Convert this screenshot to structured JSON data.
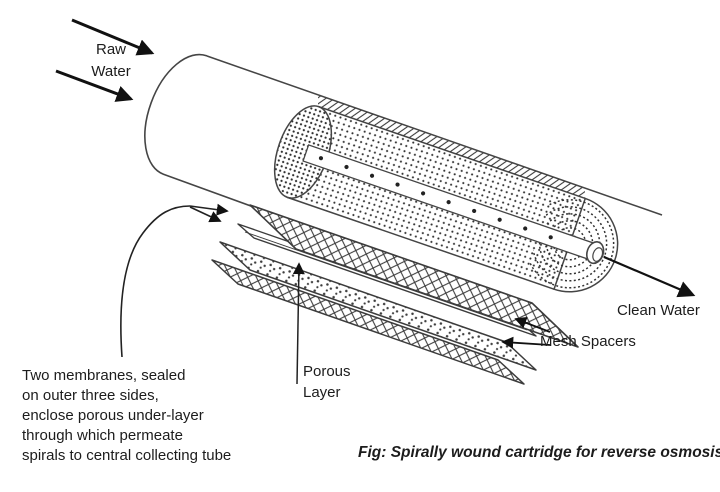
{
  "labels": {
    "raw_water": "Raw Water",
    "clean_water": "Clean Water",
    "mesh_spacers": "Mesh Spacers",
    "porous_layer": "Porous Layer"
  },
  "annotation": {
    "lines": [
      "Two membranes, sealed",
      "on outer three sides,",
      "enclose porous under-layer",
      "through which permeate",
      "spirals to central collecting tube"
    ]
  },
  "caption": "Fig: Spirally wound cartridge for reverse osmosis",
  "colors": {
    "ink": "#1c1c1c",
    "line_art": "#454545",
    "texture": "#383838"
  }
}
